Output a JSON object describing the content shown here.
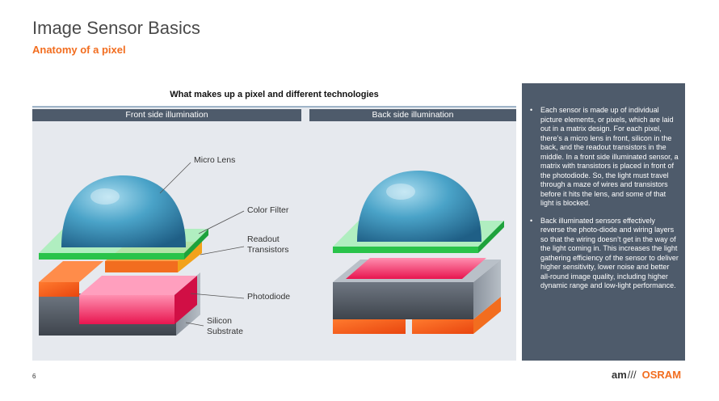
{
  "header": {
    "title": "Image Sensor Basics",
    "subtitle": "Anatomy of a pixel"
  },
  "diagram": {
    "panel_title": "What makes up a pixel and different technologies",
    "front_header": "Front side illumination",
    "back_header": "Back side illumination",
    "labels": {
      "micro_lens": "Micro Lens",
      "color_filter": "Color Filter",
      "readout_1": "Readout",
      "readout_2": "Transistors",
      "photodiode": "Photodiode",
      "silicon_1": "Silicon",
      "silicon_2": "Substrate"
    }
  },
  "description": {
    "bullets": [
      "Each sensor is made up of individual picture elements, or pixels, which are laid out in a matrix design. For each pixel, there’s a micro lens in front, silicon in the back, and the readout transistors in the middle. In a front side illuminated sensor, a matrix with transistors is placed in front of the photodiode. So, the light must travel through a maze of wires and transistors before it hits the lens, and some of that light is blocked.",
      "Back illuminated sensors effectively reverse the photo-diode and wiring layers so that the wiring doesn’t get in the way of the light coming in. This increases the light gathering efficiency of the sensor to deliver higher sensitivity, lower noise and better all-round image quality, including higher dynamic range and low-light performance."
    ],
    "bullet_glyph": "•"
  },
  "footer": {
    "page_number": "6",
    "logo_ams": "am",
    "logo_separator": "///",
    "logo_osram": "OSRAM"
  },
  "colors": {
    "accent": "#f26d1f",
    "panel_dark": "#4e5b6b",
    "diagram_bg": "#e6e9ee"
  }
}
